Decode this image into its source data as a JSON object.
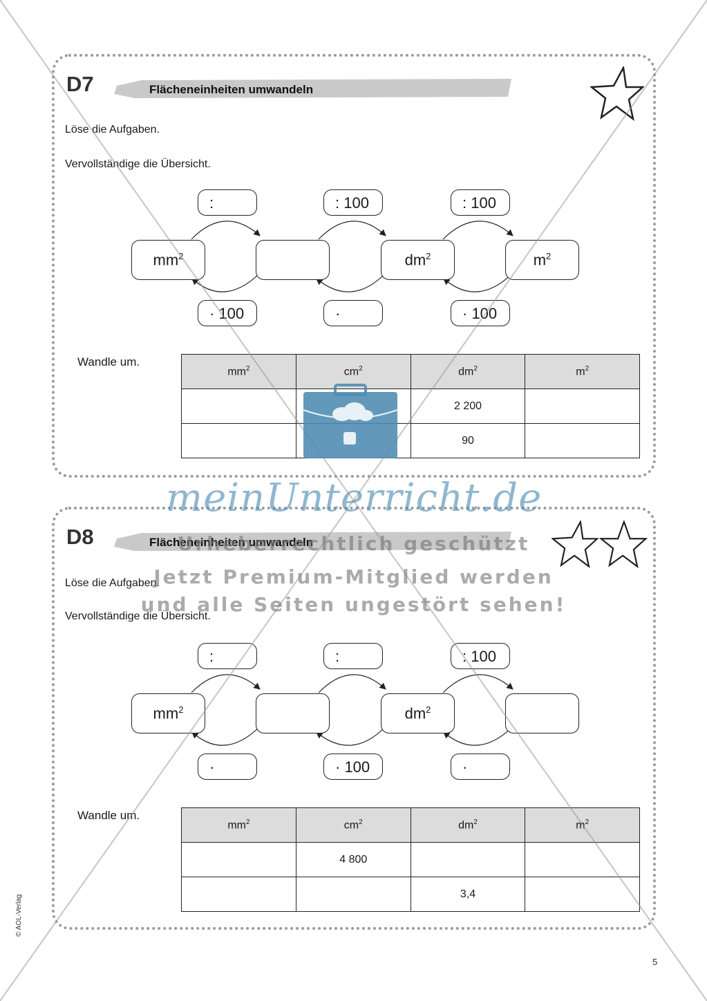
{
  "exercises": [
    {
      "code": "D7",
      "title": "Flächeneinheiten umwandeln",
      "instruction1": "Löse die Aufgaben.",
      "instruction2": "Vervollständige die Übersicht.",
      "top_ops": [
        ":",
        ": 100",
        ": 100"
      ],
      "bottom_ops": [
        "· 100",
        "·",
        "· 100"
      ],
      "units": [
        {
          "base": "mm",
          "exp": "2"
        },
        {
          "base": "",
          "exp": ""
        },
        {
          "base": "dm",
          "exp": "2"
        },
        {
          "base": "m",
          "exp": "2"
        }
      ],
      "convert_label": "Wandle um.",
      "table_headers": [
        {
          "base": "mm",
          "exp": "2"
        },
        {
          "base": "cm",
          "exp": "2"
        },
        {
          "base": "dm",
          "exp": "2"
        },
        {
          "base": "m",
          "exp": "2"
        }
      ],
      "rows": [
        [
          "",
          "",
          "2 200",
          ""
        ],
        [
          "",
          "",
          "90",
          ""
        ]
      ]
    },
    {
      "code": "D8",
      "title": "Flächeneinheiten umwandeln",
      "instruction1": "Löse die Aufgaben.",
      "instruction2": "Vervollständige die Übersicht.",
      "top_ops": [
        ":",
        ":",
        ": 100"
      ],
      "bottom_ops": [
        "·",
        "· 100",
        "·"
      ],
      "units": [
        {
          "base": "mm",
          "exp": "2"
        },
        {
          "base": "",
          "exp": ""
        },
        {
          "base": "dm",
          "exp": "2"
        },
        {
          "base": "",
          "exp": ""
        }
      ],
      "convert_label": "Wandle um.",
      "table_headers": [
        {
          "base": "mm",
          "exp": "2"
        },
        {
          "base": "cm",
          "exp": "2"
        },
        {
          "base": "dm",
          "exp": "2"
        },
        {
          "base": "m",
          "exp": "2"
        }
      ],
      "rows": [
        [
          "",
          "4 800",
          "",
          ""
        ],
        [
          "",
          "",
          "3,4",
          ""
        ]
      ]
    }
  ],
  "watermark": {
    "logo": "meinUnterricht.de",
    "line1": "Urheberrechtlich geschützt",
    "line2": "Jetzt Premium-Mitglied werden",
    "line3": "und alle Seiten ungestört sehen!"
  },
  "copyright": "© AOL-Verlag",
  "page_number": "5",
  "colors": {
    "border": "#9a9a9a",
    "header_bg": "#dcdcdc",
    "watermark_blue": "#4c8bb2"
  }
}
